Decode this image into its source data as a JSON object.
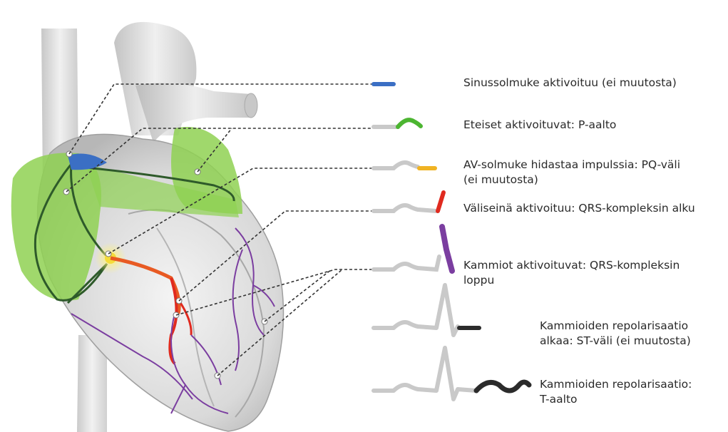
{
  "colors": {
    "sinus": "#3b6fc4",
    "atria": "#4cb531",
    "av": "#f0b323",
    "septum": "#e02a1f",
    "ventricles": "#7b3ea0",
    "repol_start": "#2b2b2b",
    "t_wave": "#2b2b2b",
    "ecg_grey": "#c9c9c9",
    "leader": "#333333",
    "heart_green": "#7ec843"
  },
  "stages": [
    {
      "id": "sinus",
      "lines": [
        "Sinussolmuke aktivoituu (ei muutosta)"
      ]
    },
    {
      "id": "atria",
      "lines": [
        "Eteiset aktivoituvat: P-aalto"
      ]
    },
    {
      "id": "av",
      "lines": [
        "AV-solmuke hidastaa impulssia: PQ-väli",
        "(ei muutosta)"
      ]
    },
    {
      "id": "septum",
      "lines": [
        "Väliseinä aktivoituu: QRS-kompleksin alku"
      ]
    },
    {
      "id": "ventricles",
      "lines": [
        "Kammiot aktivoituvat: QRS-kompleksin",
        "loppu"
      ]
    },
    {
      "id": "repol_start",
      "lines": [
        "Kammioiden repolarisaatio",
        "alkaa: ST-väli (ei muutosta)"
      ]
    },
    {
      "id": "t_wave",
      "lines": [
        "Kammioiden repolarisaatio:",
        "T-aalto"
      ]
    }
  ]
}
